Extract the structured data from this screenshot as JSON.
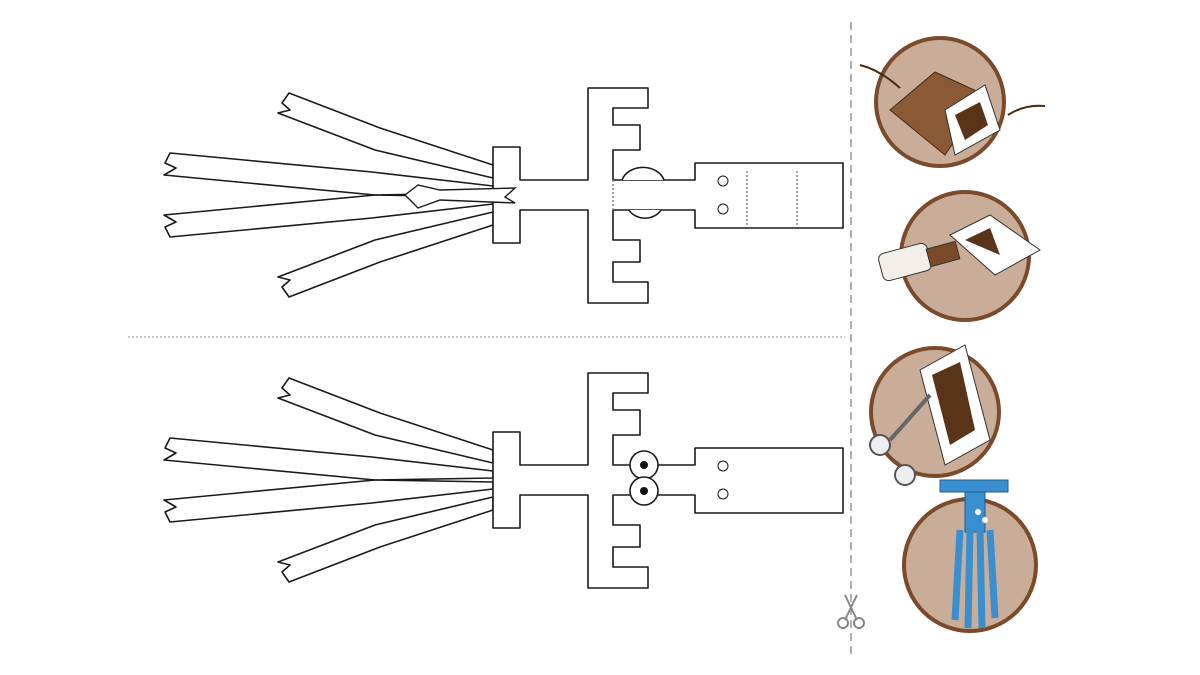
{
  "colors": {
    "outline": "#1a1a1a",
    "cut_line": "#b0b0b0",
    "fold_line": "#888888",
    "step_fill": "#c9ad98",
    "step_border": "#7a4a2a",
    "paper_brown": "#8a5a36",
    "moose_blue": "#3a8fd0"
  },
  "icons": [
    "scissors-icon"
  ],
  "steps": [
    {
      "name": "step-glue-paper"
    },
    {
      "name": "step-apply-glue"
    },
    {
      "name": "step-cut-out"
    },
    {
      "name": "step-finished-moose"
    }
  ]
}
